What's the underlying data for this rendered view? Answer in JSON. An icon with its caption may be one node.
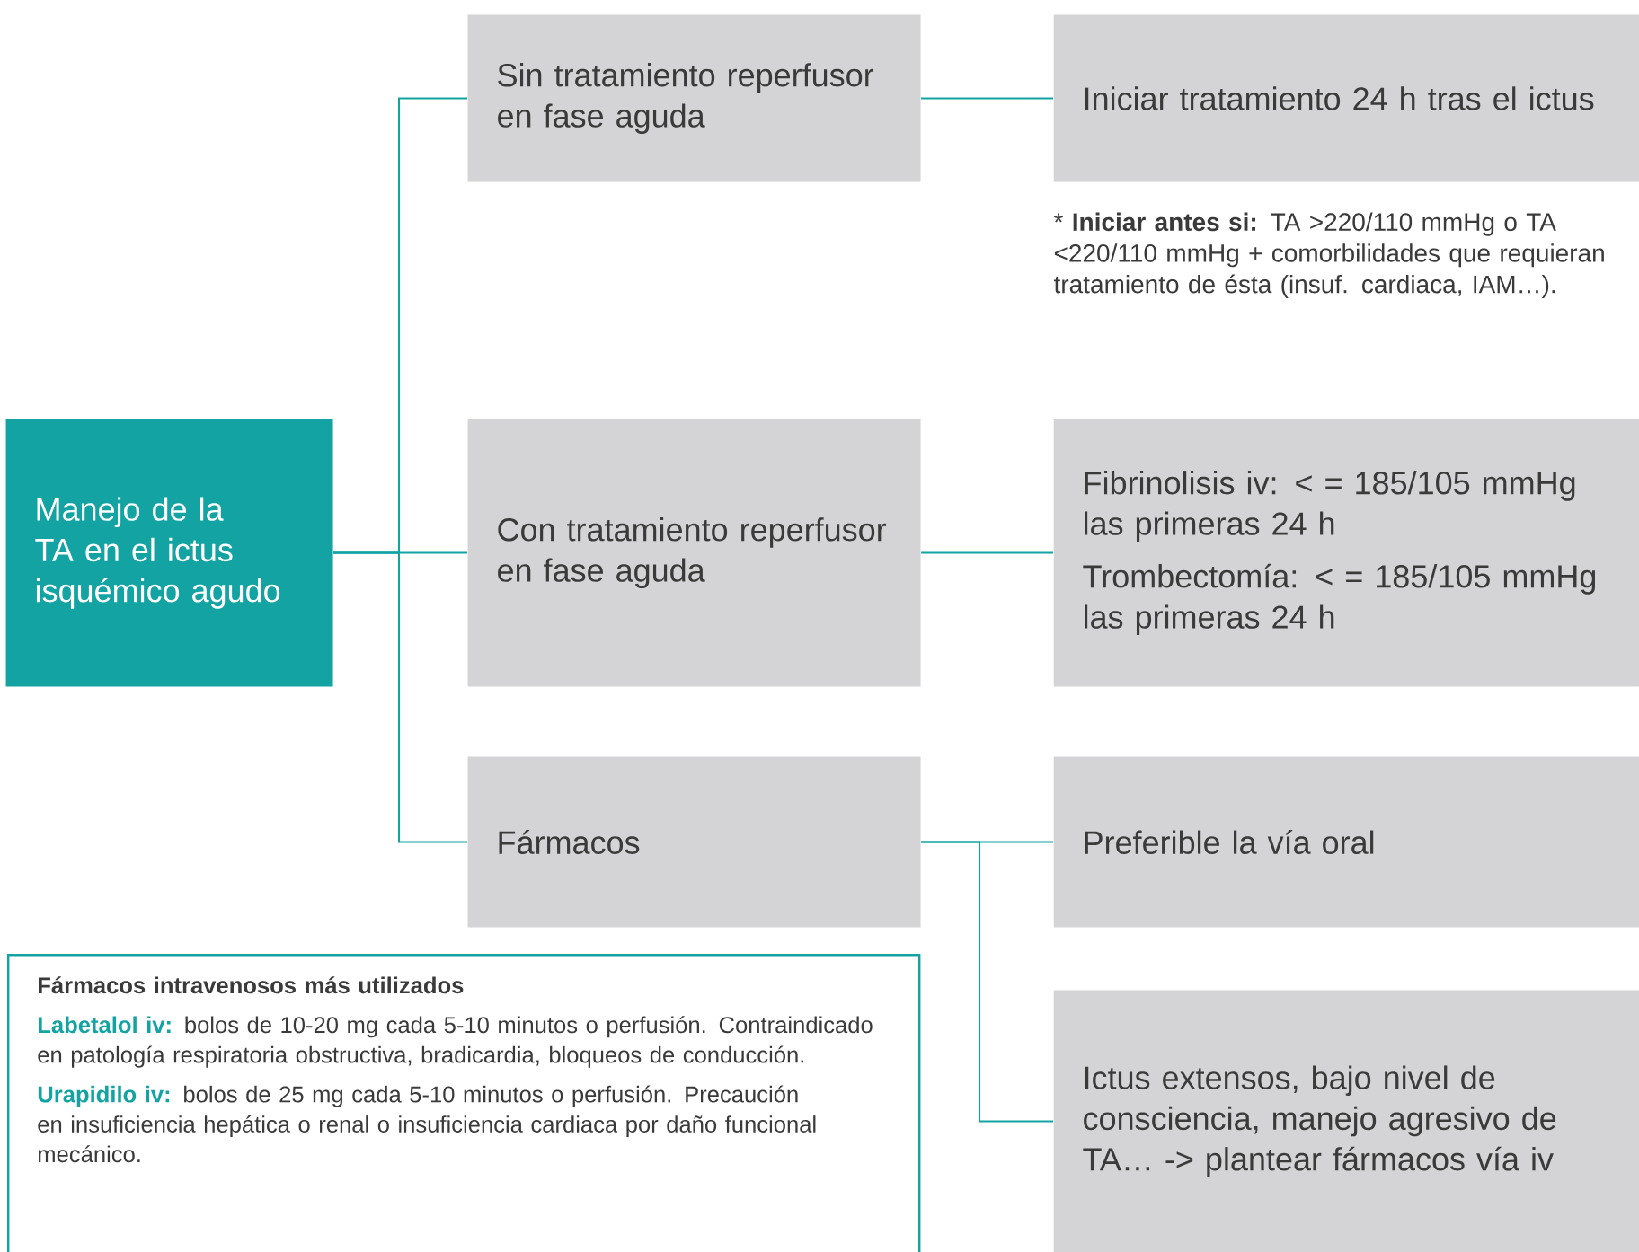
{
  "diagram": {
    "nodes": [
      {
        "text": [
          "Manejo de la TA en el ictus isquémico agudo"
        ]
      },
      {
        "text": [
          "Sin tratamiento reperfusor en fase aguda"
        ]
      },
      {
        "text": [
          "Con tratamiento reperfusor en fase aguda"
        ]
      },
      {
        "text": [
          "Fármacos"
        ]
      },
      {
        "text": [
          "Iniciar tratamiento 24 h tras el ictus"
        ],
        "beside": [
          "* **Iniciar antes si:** TA >220/110 mmHg o TA <220/110 mmHg + comorbilidades que requieran tratamiento de ésta (insuf. cardiaca, IAM…)."
        ]
      },
      {
        "text": [
          "Fibrinolisis iv: < = 185/105 mmHg las primeras 24 h",
          "Trombectomía: < = 185/105 mmHg las primeras 24 h"
        ]
      },
      {
        "text": [
          "Preferible la vía oral"
        ]
      },
      {
        "text": [
          "Ictus extensos, bajo nivel de consciencia, manejo agresivo de TA… -> plantear fármacos vía iv"
        ]
      },
      {
        "text": [
          "Fármacos intravenosos más utilizados",
          "**Labetalol iv:** bolos de 10-20 mg cada 5-10 minutos o perfusión. Contraindicado en patología respiratoria obstructiva, bradicardia, bloqueos de conducción.",
          "**Urapidilo iv:** bolos de 25 mg cada 5-10 minutos o perfusión. Precaución en insuficiencia hepática o renal o insuficiencia cardiaca por daño funcional mecánico."
        ]
      }
    ],
    "edges": [
      {
        "from": 0,
        "to": 1,
        "arrow": "none"
      },
      {
        "from": 0,
        "to": 2,
        "arrow": "none"
      },
      {
        "from": 0,
        "to": 3,
        "arrow": "none"
      },
      {
        "from": 1,
        "to": 4,
        "arrow": "none"
      },
      {
        "from": 2,
        "to": 5,
        "arrow": "none"
      },
      {
        "from": 3,
        "to": 6,
        "arrow": "none"
      },
      {
        "from": 3,
        "to": 7,
        "arrow": "none"
      }
    ]
  }
}
